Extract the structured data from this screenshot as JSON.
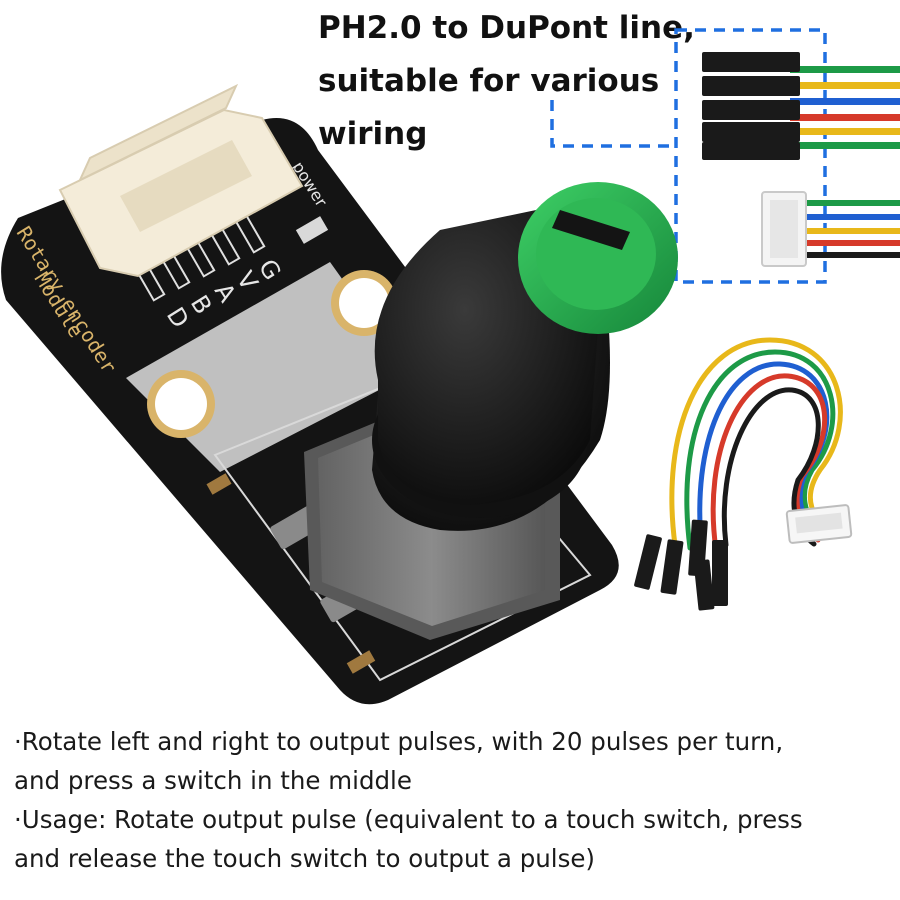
{
  "headline": {
    "line1": "PH2.0 to DuPont line,",
    "line2": "suitable for various",
    "line3": "wiring"
  },
  "board": {
    "silk_text_line1": "Rotary encoder",
    "silk_text_line2": "Module",
    "power_label": "power",
    "pin_labels": [
      "G",
      "V",
      "A",
      "B",
      "D"
    ]
  },
  "caption": {
    "line1": "·Rotate left and right to output pulses, with 20 pulses per turn,",
    "line2": "and press a switch in the middle",
    "line3": "·Usage: Rotate output pulse (equivalent to a touch switch, press",
    "line4": "and release the touch switch to output a pulse)"
  },
  "colors": {
    "pcb": "#141414",
    "knob": "#1c1c1c",
    "knob_cap": "#27a84a",
    "connector": "#f4ecd9",
    "callout_box": "#1f6fe0",
    "wires": [
      "#111111",
      "#1f5fd1",
      "#e8b81a",
      "#d63a2a",
      "#1d9a47"
    ]
  }
}
